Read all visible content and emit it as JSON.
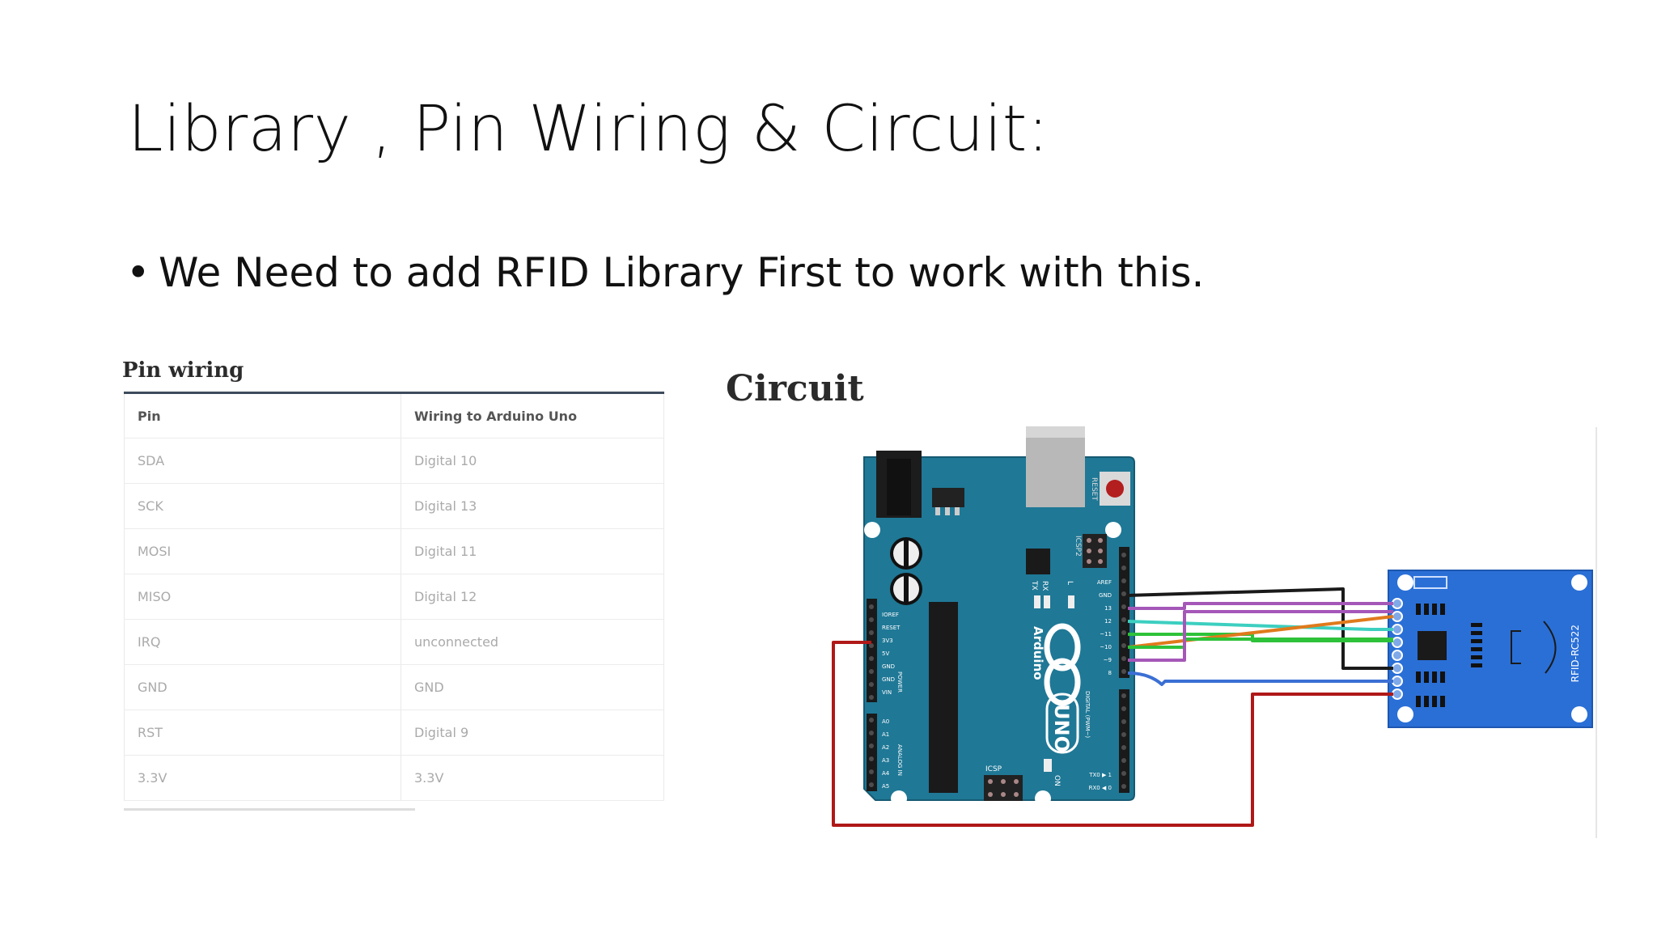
{
  "slide": {
    "title": "Library , Pin Wiring & Circuit:",
    "bullet_dot": "•",
    "bullet": "We Need to add RFID Library First to work with this."
  },
  "pin_wiring": {
    "heading": "Pin wiring",
    "columns": [
      "Pin",
      "Wiring to Arduino Uno"
    ],
    "rows": [
      [
        "SDA",
        "Digital 10"
      ],
      [
        "SCK",
        "Digital 13"
      ],
      [
        "MOSI",
        "Digital 11"
      ],
      [
        "MISO",
        "Digital 12"
      ],
      [
        "IRQ",
        "unconnected"
      ],
      [
        "GND",
        "GND"
      ],
      [
        "RST",
        "Digital 9"
      ],
      [
        "3.3V",
        "3.3V"
      ]
    ]
  },
  "circuit": {
    "heading": "Circuit",
    "board_brand": "Arduino",
    "board_model": "UNO",
    "reset_label": "RESET",
    "icsp_label": "ICSP",
    "icsp2_label": "ICSP2",
    "on_label": "ON",
    "tx_label": "TX",
    "rx_label": "RX",
    "l_label": "L",
    "aref_label": "AREF",
    "gnd_label": "GND",
    "digital_pins": [
      "13",
      "12",
      "~11",
      "~10",
      "~9",
      "8"
    ],
    "digital_label": "DIGITAL (PWM~)",
    "txd_label": "TX0 ▶ 1",
    "rxd_label": "RX0 ◀ 0",
    "power_pins": [
      "IOREF",
      "RESET",
      "3V3",
      "5V",
      "GND",
      "GND",
      "VIN"
    ],
    "power_label": "POWER",
    "analog_pins": [
      "A0",
      "A1",
      "A2",
      "A3",
      "A4",
      "A5"
    ],
    "analog_label": "ANALOG IN",
    "module_label": "RFID-RC522",
    "colors": {
      "board": "#1f7896",
      "module": "#2a6fd6",
      "wire_black": "#1a1a1a",
      "wire_purple": "#a557b8",
      "wire_cyan": "#3ccfc0",
      "wire_green": "#2ec23a",
      "wire_orange": "#e07a1c",
      "wire_blue": "#3b6fd4",
      "wire_red": "#b01818"
    }
  }
}
